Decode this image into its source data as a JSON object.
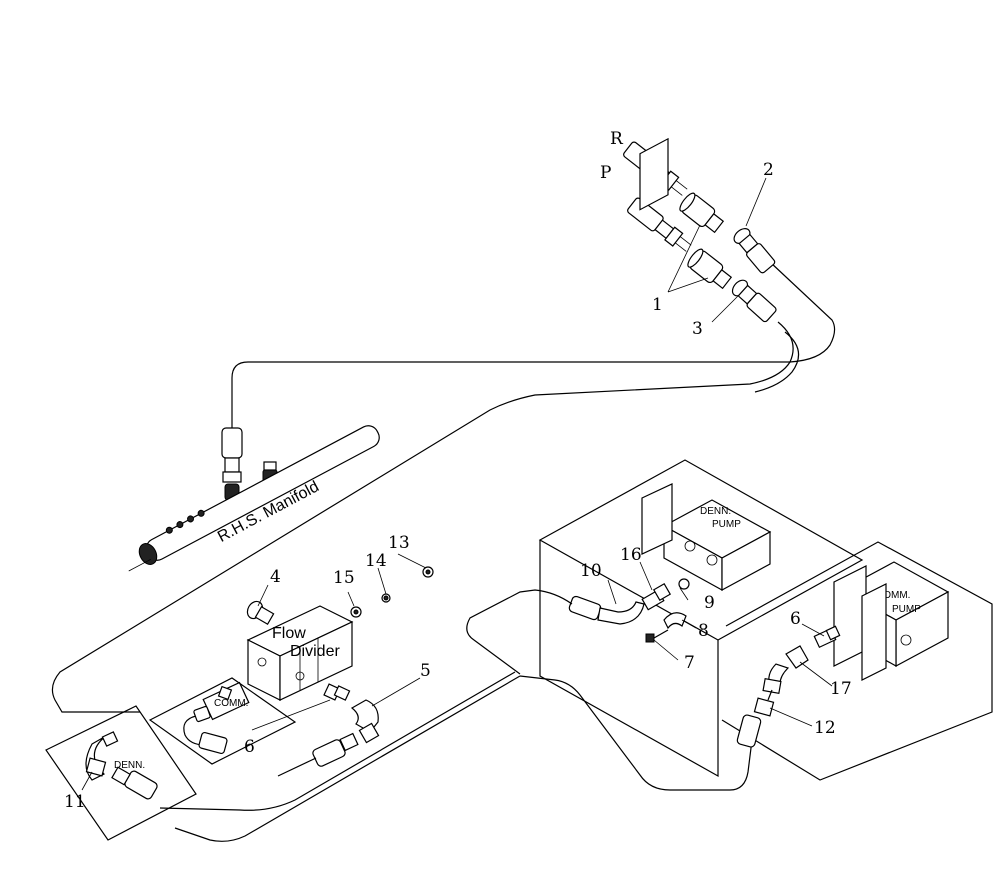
{
  "callouts": {
    "r": "R",
    "p": "P",
    "c1": "1",
    "c2": "2",
    "c3": "3",
    "c4": "4",
    "c5": "5",
    "c6a": "6",
    "c6b": "6",
    "c7": "7",
    "c8": "8",
    "c9": "9",
    "c10": "10",
    "c11": "11",
    "c12": "12",
    "c13": "13",
    "c14": "14",
    "c15": "15",
    "c16": "16",
    "c17": "17"
  },
  "labels": {
    "manifold": "R.H.S. Manifold",
    "flow_divider_1": "Flow",
    "flow_divider_2": "Divider",
    "comm_small": "COMM.",
    "denn_small": "DENN.",
    "denn_pump_1": "DENN.",
    "denn_pump_2": "PUMP",
    "comm_pump_1": "COMM.",
    "comm_pump_2": "PUMP"
  }
}
